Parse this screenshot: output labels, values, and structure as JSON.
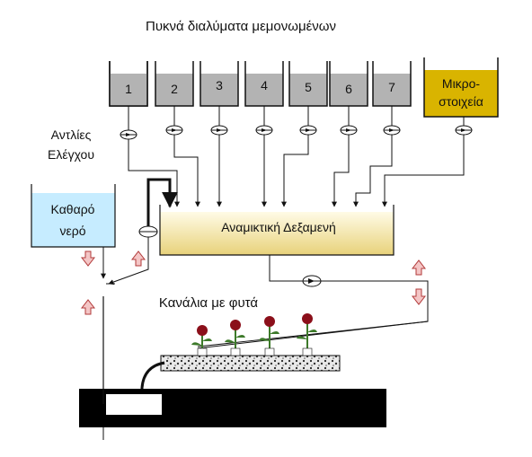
{
  "title": "Πυκνά διαλύματα μεμονωμένων",
  "tanks": [
    "1",
    "2",
    "3",
    "4",
    "5",
    "6",
    "7"
  ],
  "micro_line1": "Μικρο-",
  "micro_line2": "στοιχεία",
  "pumps_line1": "Αντλίες",
  "pumps_line2": "Ελέγχου",
  "clean_water_line1": "Καθαρό",
  "clean_water_line2": "νερό",
  "mixing_tank": "Αναμικτική Δεξαμενή",
  "channels": "Κανάλια με φυτά",
  "colors": {
    "concentrate_tank": "#b3b3b3",
    "micro_tank": "#d9b400",
    "clean_water": "#c6ecff",
    "mixing_top": "#fffbe6",
    "mixing_bottom": "#e8d27a",
    "flow_arrow": "#f4c6c6",
    "flower": "#8b0f1a",
    "stem": "#3d7a2a"
  }
}
